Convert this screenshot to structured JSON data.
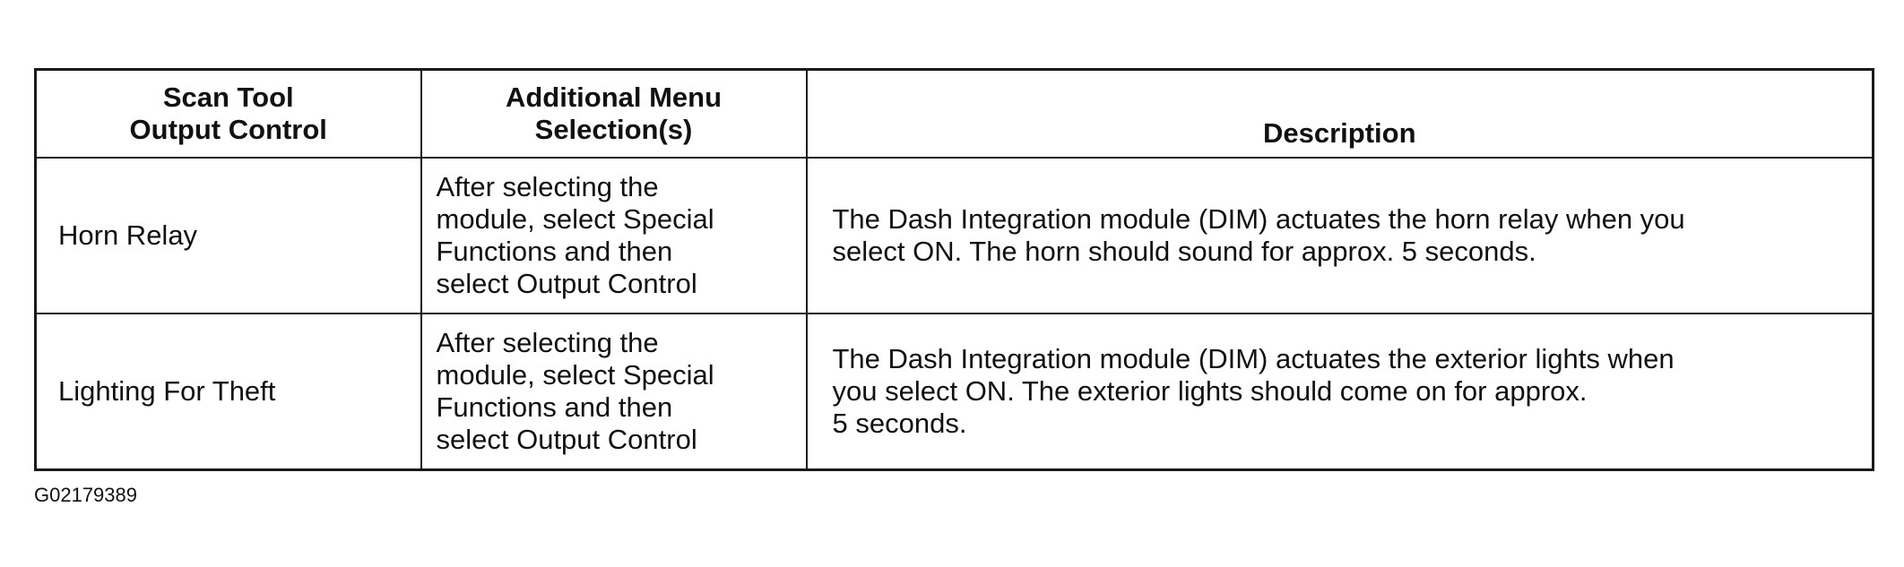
{
  "table": {
    "headers": [
      "Scan Tool\nOutput Control",
      "Additional Menu\nSelection(s)",
      "Description"
    ],
    "rows": [
      {
        "output_control": "Horn Relay",
        "menu_selection": "After selecting the\nmodule, select Special\nFunctions and then\nselect Output Control",
        "description": "The Dash Integration module (DIM) actuates the horn relay when you\nselect ON. The horn should sound for approx. 5 seconds."
      },
      {
        "output_control": "Lighting For Theft",
        "menu_selection": "After selecting the\nmodule, select Special\nFunctions and then\nselect Output Control",
        "description": "The Dash Integration module (DIM) actuates the exterior lights when\nyou select ON. The exterior lights should come on for approx.\n5 seconds."
      }
    ]
  },
  "figure_id": "G02179389"
}
